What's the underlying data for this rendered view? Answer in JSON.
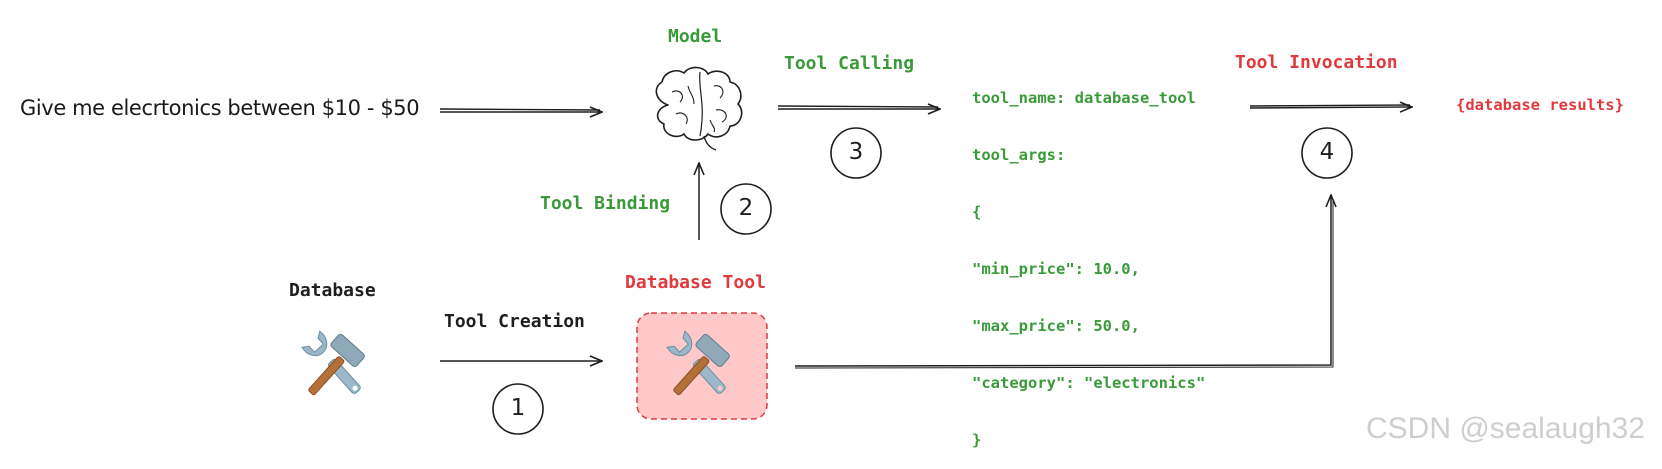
{
  "input_prompt": "Give me elecrtonics between $10 - $50",
  "labels": {
    "model": "Model",
    "tool_calling": "Tool Calling",
    "tool_invocation": "Tool Invocation",
    "tool_binding": "Tool Binding",
    "database": "Database",
    "database_tool": "Database Tool",
    "tool_creation": "Tool Creation",
    "database_results": "{database results}"
  },
  "tool_call": {
    "line1": "tool_name: database_tool",
    "line2": "tool_args:",
    "line3": "{",
    "line4": "\"min_price\": 10.0,",
    "line5": "\"max_price\": 50.0,",
    "line6": "\"category\": \"electronics\"",
    "line7": "}"
  },
  "steps": [
    "1",
    "2",
    "3",
    "4"
  ],
  "icons": {
    "model": "brain-icon",
    "database": "hammer-wrench-icon",
    "database_tool": "hammer-wrench-icon"
  },
  "colors": {
    "green": "#3a9a3a",
    "red": "#e0393e",
    "tool_box_fill": "#ffc9c9"
  },
  "watermark": "CSDN @sealaugh32"
}
